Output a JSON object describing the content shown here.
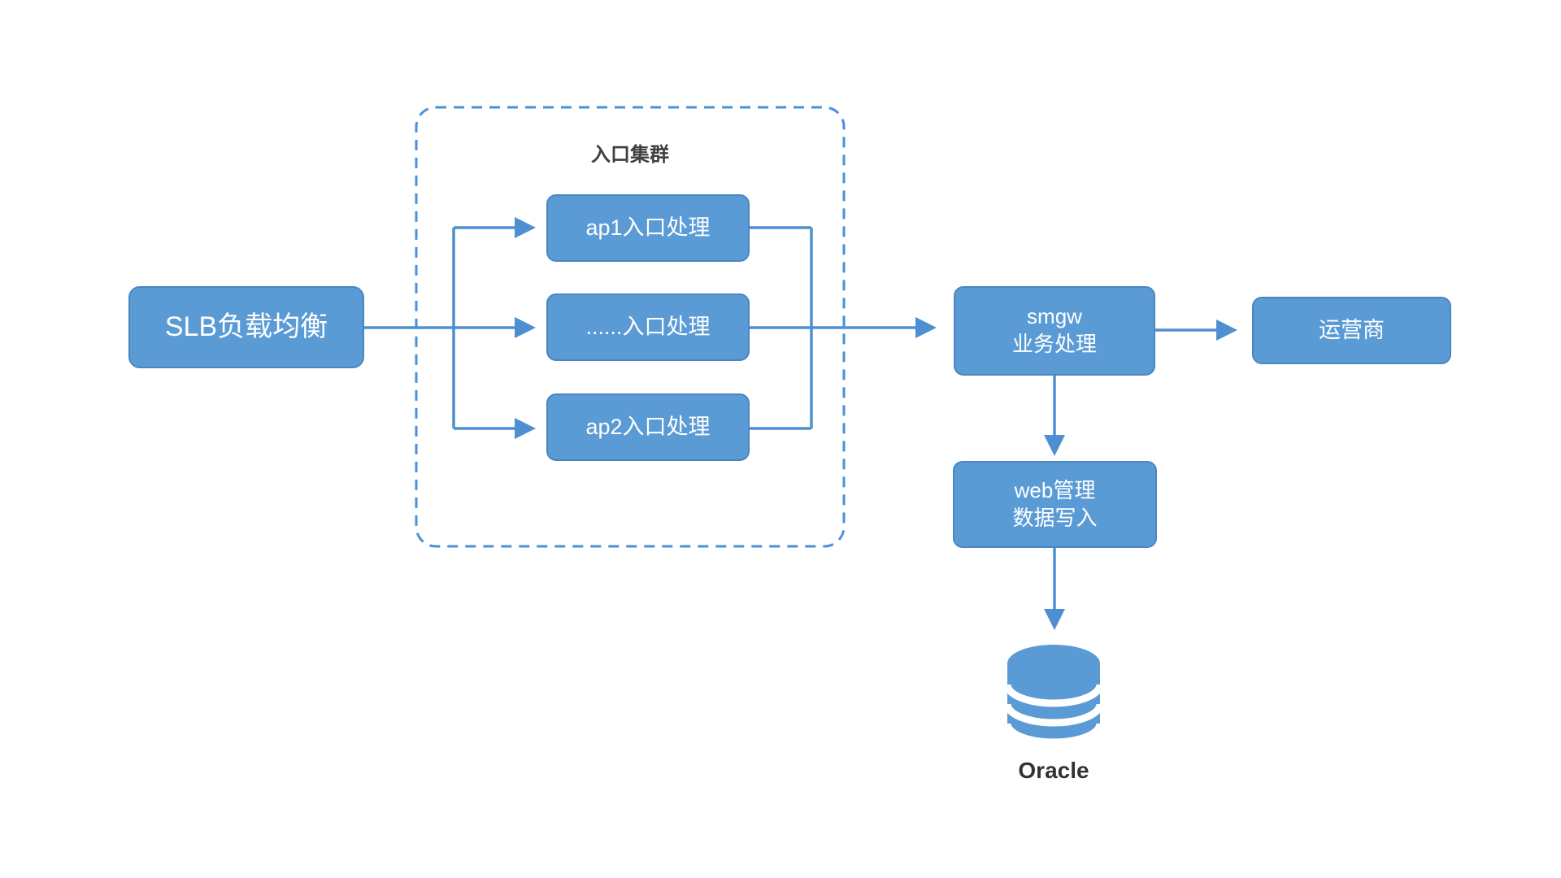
{
  "diagram": {
    "type": "flowchart",
    "cluster": {
      "title": "入口集群"
    },
    "nodes": {
      "slb": {
        "label": "SLB负载均衡"
      },
      "ap1": {
        "label": "ap1入口处理"
      },
      "mid": {
        "label": "......入口处理"
      },
      "ap2": {
        "label": "ap2入口处理"
      },
      "smgw": {
        "line1": "smgw",
        "line2": "业务处理"
      },
      "carrier": {
        "label": "运营商"
      },
      "web": {
        "line1": "web管理",
        "line2": "数据写入"
      },
      "oracle": {
        "label": "Oracle"
      }
    },
    "edges": [
      "SLB负载均衡 -> ap1入口处理",
      "SLB负载均衡 -> ......入口处理",
      "SLB负载均衡 -> ap2入口处理",
      "ap1入口处理 -> smgw业务处理",
      "......入口处理 -> smgw业务处理",
      "ap2入口处理 -> smgw业务处理",
      "smgw业务处理 -> 运营商",
      "smgw业务处理 -> web管理数据写入",
      "web管理数据写入 -> Oracle"
    ],
    "colors": {
      "node_fill": "#5B9BD5",
      "node_border": "#4A86C0",
      "node_text": "#FFFFFF",
      "connector": "#4E8FD1",
      "container_dash": "#4A90DA",
      "title_text": "#3F3F3F",
      "oracle_text": "#333333",
      "background": "#FFFFFF"
    }
  }
}
